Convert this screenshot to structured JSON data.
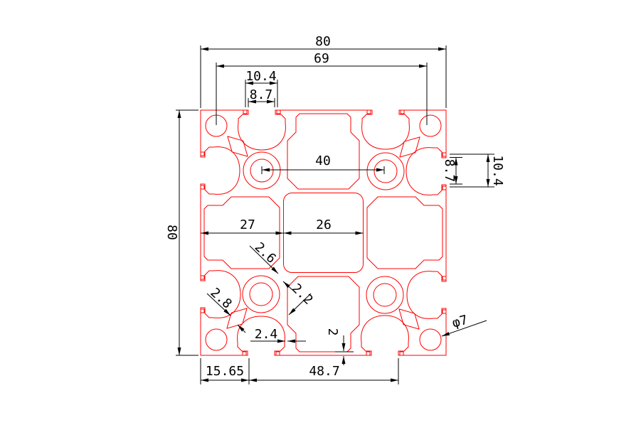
{
  "drawing": {
    "profile_color": "#ff0000",
    "dimension_color": "#000000",
    "dims": {
      "overall_width": "80",
      "overall_height": "80",
      "corner_hole_spacing": "69",
      "top_slot_outer": "10.4",
      "top_slot_inner": "8.7",
      "inner_hole_spacing": "40",
      "right_slot_inner": "8.7",
      "right_slot_outer": "10.4",
      "left_wall_to_center": "27",
      "center_cavity_width": "26",
      "web_thickness_a": "2.6",
      "web_thickness_b": "2.8",
      "web_thickness_c": "2.2",
      "web_thickness_d": "2.4",
      "bottom_wall_thickness": "2",
      "corner_hole_diameter": "φ7",
      "bottom_left_segment": "15.65",
      "bottom_center_segment": "48.7"
    }
  }
}
